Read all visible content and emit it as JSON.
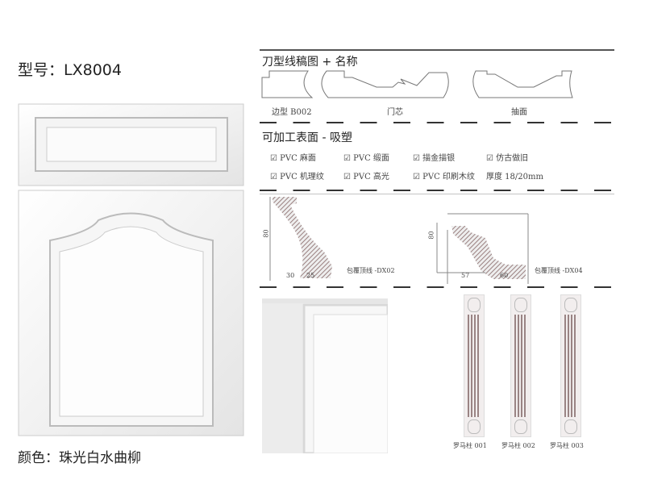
{
  "model": "型号：LX8004",
  "color": "颜色：珠光白水曲柳",
  "profiles": {
    "heading": "刀型线稿图 + 名称",
    "labels": [
      "边型 B002",
      "门芯",
      "抽面"
    ]
  },
  "surfaces": {
    "heading": "可加工表面 - 吸塑",
    "options": [
      "☑ PVC 麻面",
      "☑ PVC 缎面",
      "☑ 描金描银",
      "☑ 仿古做旧",
      "☑ PVC 机理纹",
      "☑ PVC 高光",
      "☑ PVC 印刷木纹",
      "厚度 18/20mm"
    ]
  },
  "moldings": [
    {
      "name": "包覆顶线 -DX02",
      "dims": [
        "80",
        "30",
        "25"
      ]
    },
    {
      "name": "包覆顶线 -DX04",
      "dims": [
        "80",
        "57",
        "60"
      ]
    }
  ],
  "columns": [
    "罗马柱 001",
    "罗马柱 002",
    "罗马柱 003"
  ]
}
